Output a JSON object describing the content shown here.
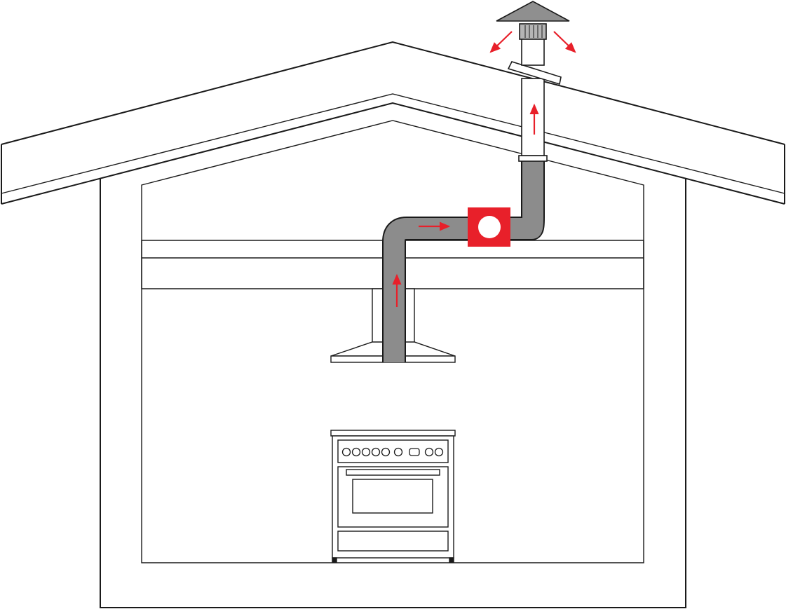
{
  "diagram": {
    "description_visible_text": [],
    "colors": {
      "outline": "#1a1a1a",
      "duct": "#8c8c8c",
      "cap": "#8f8f8f",
      "fan": "#e8202a",
      "arrow": "#e8202a",
      "background": "#ffffff"
    },
    "icons": [
      "house-outline",
      "range-hood",
      "exhaust-duct",
      "inline-fan",
      "roof-vent-cap",
      "airflow-arrows",
      "range-oven"
    ]
  }
}
